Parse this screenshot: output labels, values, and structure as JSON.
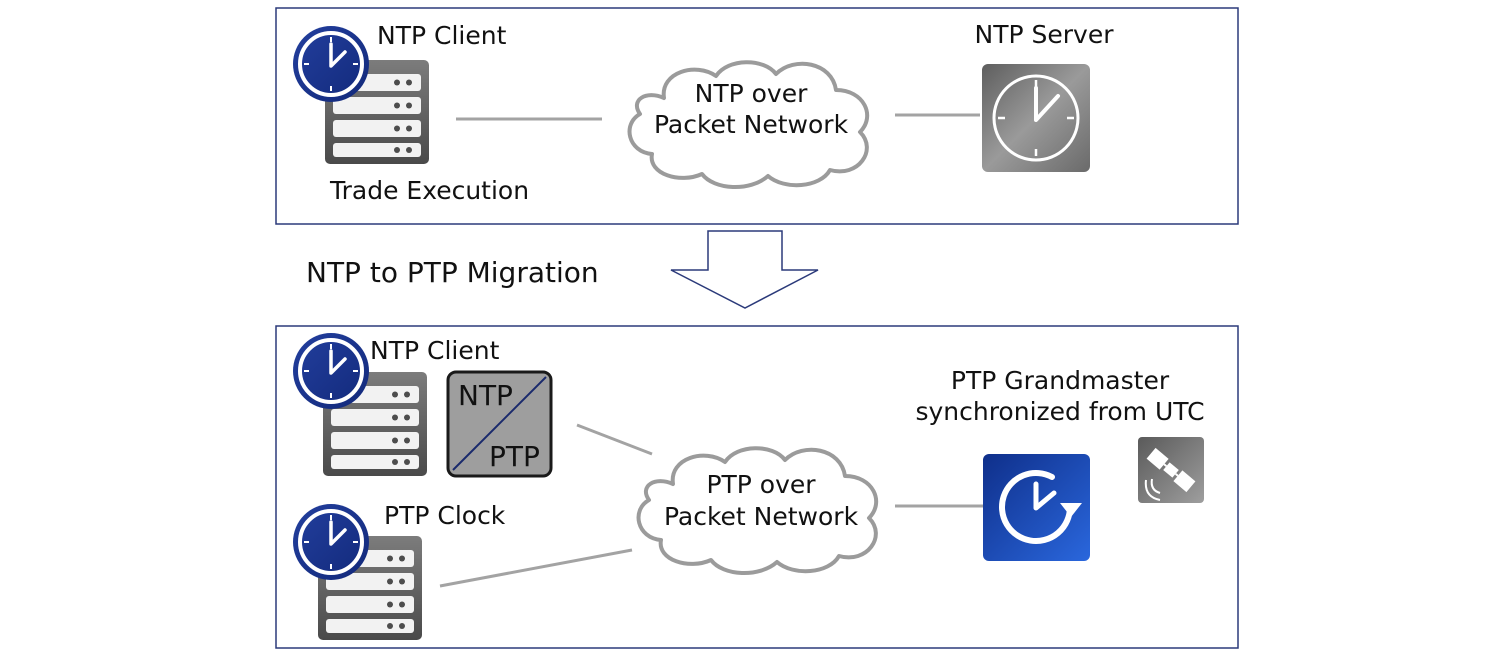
{
  "top_panel": {
    "client_label": "NTP Client",
    "client_caption": "Trade Execution",
    "cloud_line1": "NTP over",
    "cloud_line2": "Packet Network",
    "server_label": "NTP Server"
  },
  "migration_label": "NTP to PTP Migration",
  "bottom_panel": {
    "client_label": "NTP Client",
    "converter_top": "NTP",
    "converter_bottom": "PTP",
    "ptp_clock_label": "PTP Clock",
    "cloud_line1": "PTP over",
    "cloud_line2": "Packet Network",
    "grandmaster_line1": "PTP Grandmaster",
    "grandmaster_line2": "synchronized from UTC"
  },
  "icons": [
    "clock-icon",
    "server-rack-icon",
    "cloud-icon",
    "wall-clock-icon",
    "converter-icon",
    "sync-clock-icon",
    "satellite-icon",
    "down-arrow-icon"
  ],
  "colors": {
    "frame": "#2b3a7a",
    "clock_blue": "#1b3a9a",
    "grandmaster_blue": "#1d4fc0",
    "connector": "#a3a3a3"
  }
}
